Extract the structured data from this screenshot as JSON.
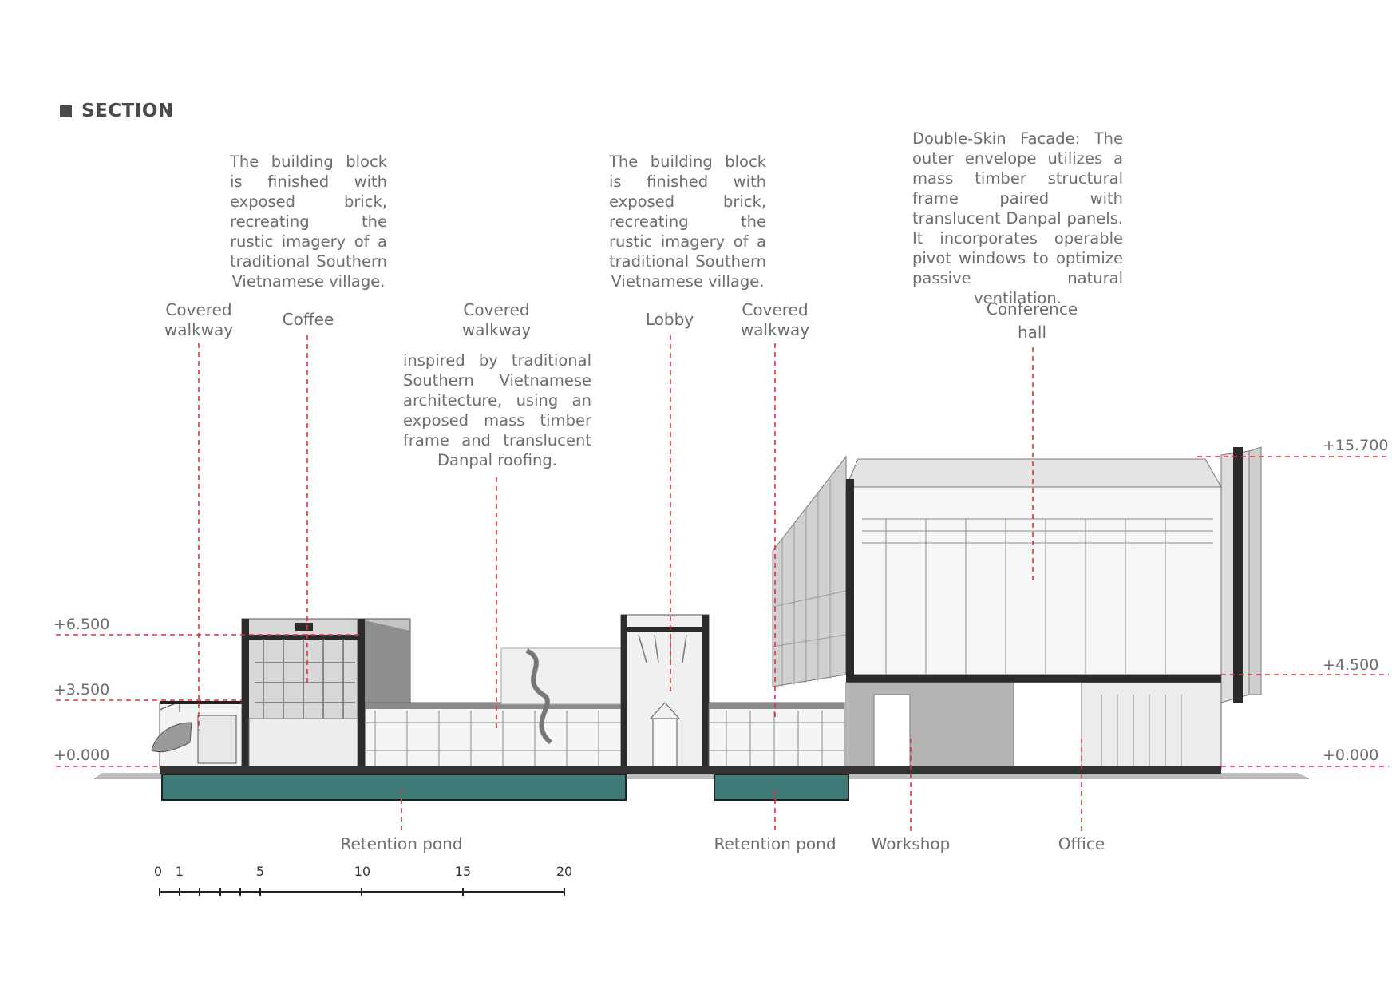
{
  "section": {
    "title": "SECTION"
  },
  "notes": {
    "brick_left": "The building block is finished with exposed brick, recreating the rustic imagery of a traditional Southern Vietnamese village.",
    "brick_right": "The building block is finished with exposed brick, recreating the rustic imagery of a traditional Southern Vietnamese village.",
    "walkway": "inspired by traditional Southern Vietnamese architecture, using an exposed mass timber frame and translucent Danpal roofing.",
    "facade": "Double-Skin Facade: The outer envelope utilizes a mass timber structural frame paired with translucent Danpal panels. It incorporates operable pivot windows to optimize passive natural ventilation."
  },
  "labels": {
    "covered_walkway_1": "Covered\nwalkway",
    "coffee": "Coffee",
    "covered_walkway_2": "Covered\nwalkway",
    "lobby": "Lobby",
    "covered_walkway_3": "Covered\nwalkway",
    "conference_hall": "Conference\nhall",
    "retention_pond_1": "Retention pond",
    "retention_pond_2": "Retention pond",
    "workshop": "Workshop",
    "office": "Office"
  },
  "levels": {
    "l_6500": "+6.500",
    "l_3500": "+3.500",
    "l_0000_left": "+0.000",
    "l_15700": "+15.700",
    "l_4500": "+4.500",
    "l_0000_right": "+0.000"
  },
  "scale_bar": {
    "ticks": [
      "0",
      "1",
      "5",
      "10",
      "15",
      "20"
    ]
  },
  "colors": {
    "leader": "#e0303a",
    "pond": "#3f7a78",
    "slab": "#3a3a3a",
    "wall": "#a8a8a8"
  }
}
